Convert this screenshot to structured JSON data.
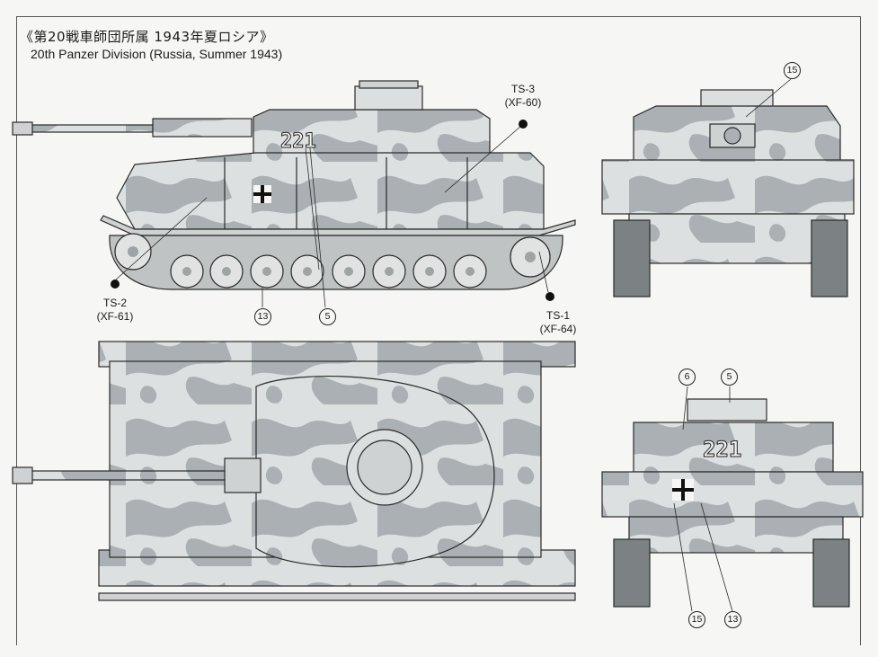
{
  "header": {
    "title_jp": "《第20戦車師団所属 1943年夏ロシア》",
    "title_en": "20th Panzer Division (Russia, Summer 1943)"
  },
  "paints": [
    {
      "code": "TS-3",
      "ref": "(XF-60)"
    },
    {
      "code": "TS-2",
      "ref": "(XF-61)"
    },
    {
      "code": "TS-1",
      "ref": "(XF-64)"
    }
  ],
  "callouts": {
    "side_13": "13",
    "side_5": "5",
    "front_15": "15",
    "rear_6": "6",
    "rear_5": "5",
    "rear_15": "15",
    "rear_13": "13"
  },
  "markings": {
    "turret_number": "221"
  },
  "colors": {
    "base": "#d9dcdc",
    "camo": "#a9aeb1",
    "line": "#333333"
  }
}
